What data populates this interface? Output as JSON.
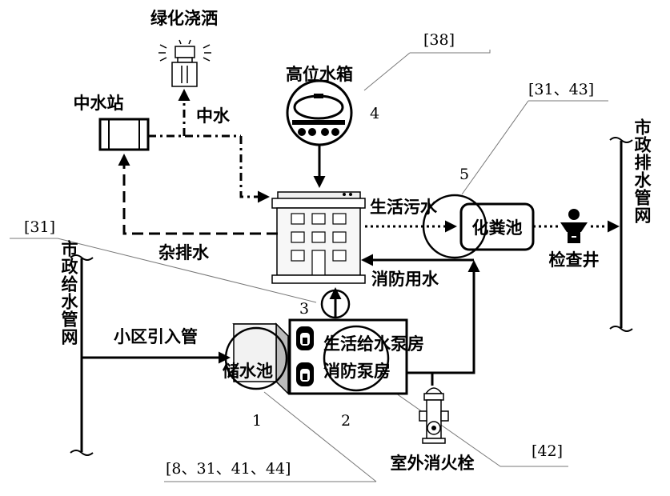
{
  "labels": {
    "greening": "绿化浇洒",
    "reclaimed_station": "中水站",
    "reclaimed_water": "中水",
    "high_tank": "高位水箱",
    "domestic_sewage": "生活污水",
    "septic_tank": "化粪池",
    "inspection_well": "检查井",
    "municipal_drain": "市政排水管网",
    "misc_drain": "杂排水",
    "fire_water": "消防用水",
    "municipal_supply": "市政给水管网",
    "inlet_pipe": "小区引入管",
    "storage_tank": "储水池",
    "domestic_pump": "生活给水泵房",
    "fire_pump": "消防泵房",
    "hydrant": "室外消火栓"
  },
  "numbers": {
    "n1": "1",
    "n2": "2",
    "n3": "3",
    "n4": "4",
    "n5": "5"
  },
  "refs": {
    "r38": "[38]",
    "r31_43": "[31、43]",
    "r31": "[31]",
    "r42": "[42]",
    "r8_44": "[8、31、41、44]"
  }
}
